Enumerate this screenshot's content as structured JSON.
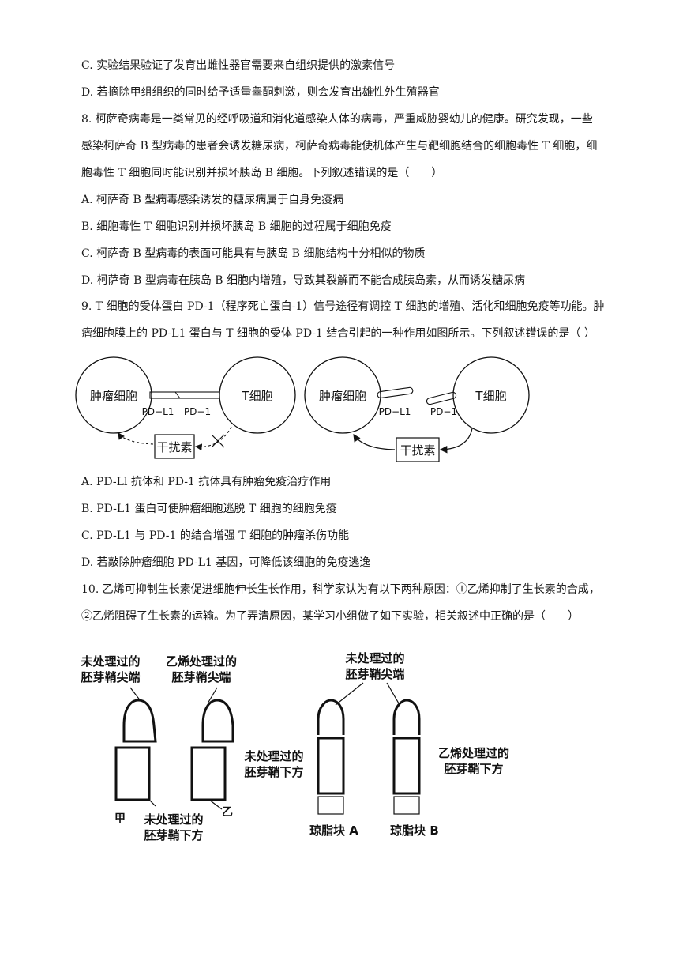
{
  "lines": [
    "C. 实验结果验证了发育出雌性器官需要来自组织提供的激素信号",
    "D. 若摘除甲组组织的同时给予适量睾酮刺激，则会发育出雄性外生殖器官",
    "8. 柯萨奇病毒是一类常见的经呼吸道和消化道感染人体的病毒，严重威胁婴幼儿的健康。研究发现，一些",
    "感染柯萨奇 B 型病毒的患者会诱发糖尿病，柯萨奇病毒能使机体产生与靶细胞结合的细胞毒性 T 细胞，细",
    "胞毒性 T 细胞同时能识别并损坏胰岛 B 细胞。下列叙述错误的是（　　）",
    "A. 柯萨奇 B 型病毒感染诱发的糖尿病属于自身免疫病",
    "B. 细胞毒性 T 细胞识别并损坏胰岛 B 细胞的过程属于细胞免疫",
    "C. 柯萨奇 B 型病毒的表面可能具有与胰岛 B 细胞结构十分相似的物质",
    "D. 柯萨奇 B 型病毒在胰岛 B 细胞内增殖，导致其裂解而不能合成胰岛素，从而诱发糖尿病",
    "9. T 细胞的受体蛋白 PD-1（程序死亡蛋白-1）信号途径有调控 T 细胞的增殖、活化和细胞免疫等功能。肿",
    "瘤细胞膜上的 PD-L1 蛋白与 T 细胞的受体 PD-1 结合引起的一种作用如图所示。下列叙述错误的是（  ）",
    "A. PD-Ll 抗体和 PD-1 抗体具有肿瘤免疫治疗作用",
    "B. PD-L1 蛋白可使肿瘤细胞逃脱 T 细胞的细胞免疫",
    "C. PD-L1 与 PD-1 的结合增强 T 细胞的肿瘤杀伤功能",
    "D. 若敲除肿瘤细胞 PD-L1 基因，可降低该细胞的免疫逃逸",
    "10. 乙烯可抑制生长素促进细胞伸长生长作用，科学家认为有以下两种原因：①乙烯抑制了生长素的合成，",
    "②乙烯阻碍了生长素的运输。为了弄清原因，某学习小组做了如下实验，相关叙述中正确的是（　　）"
  ],
  "fig9": {
    "tumor_cell": "肿瘤细胞",
    "t_cell": "T细胞",
    "pdl1": "PD−L1",
    "pd1": "PD−1",
    "interferon": "干扰素"
  },
  "fig10": {
    "untreated_tip": [
      "未处理过的",
      "胚芽鞘尖端"
    ],
    "ethylene_tip": [
      "乙烯处理过的",
      "胚芽鞘尖端"
    ],
    "untreated_tip_right": [
      "未处理过的",
      "胚芽鞘尖端"
    ],
    "untreated_lower_c": [
      "未处理过的",
      "胚芽鞘下方"
    ],
    "ethylene_lower_d": [
      "乙烯处理过的",
      "胚芽鞘下方"
    ],
    "jia": "甲",
    "yi": "乙",
    "untreated_lower_bottom": [
      "未处理过的",
      "胚芽鞘下方"
    ],
    "agar_a": "琼脂块 A",
    "agar_b": "琼脂块 B"
  }
}
